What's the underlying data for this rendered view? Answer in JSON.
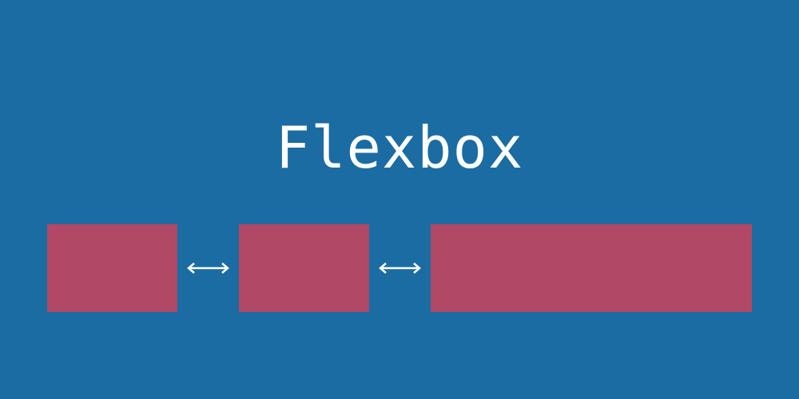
{
  "title": "Flexbox",
  "colors": {
    "background": "#1a6ca3",
    "box": "#b14866",
    "arrow": "#ffffff",
    "title": "#ffffff"
  },
  "boxes": [
    {
      "name": "flex-item-1"
    },
    {
      "name": "flex-item-2"
    },
    {
      "name": "flex-item-3"
    }
  ],
  "arrows": [
    {
      "icon": "double-arrow-horizontal-icon"
    },
    {
      "icon": "double-arrow-horizontal-icon"
    }
  ]
}
